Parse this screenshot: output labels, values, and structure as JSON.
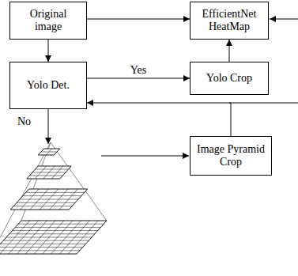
{
  "diagram": {
    "nodes": [
      {
        "text": [
          "Original image"
        ]
      },
      {
        "text": [
          "EfficientNet HeatMap"
        ]
      },
      {
        "text": [
          "Yolo Det."
        ]
      },
      {
        "text": [
          "Yolo Crop"
        ]
      },
      {
        "text": [
          "Image Pyramid Crop"
        ]
      }
    ],
    "edges": [
      {
        "from": 0,
        "to": 1,
        "arrow": "to"
      },
      {
        "from": 0,
        "to": 2,
        "arrow": "to"
      },
      {
        "from": 2,
        "to": 3,
        "label": "Yes",
        "arrow": "to"
      },
      {
        "from": 3,
        "to": 1,
        "arrow": "to"
      },
      {
        "from": 4,
        "to": 2,
        "arrow": "to"
      }
    ],
    "labels": [
      "No"
    ]
  }
}
